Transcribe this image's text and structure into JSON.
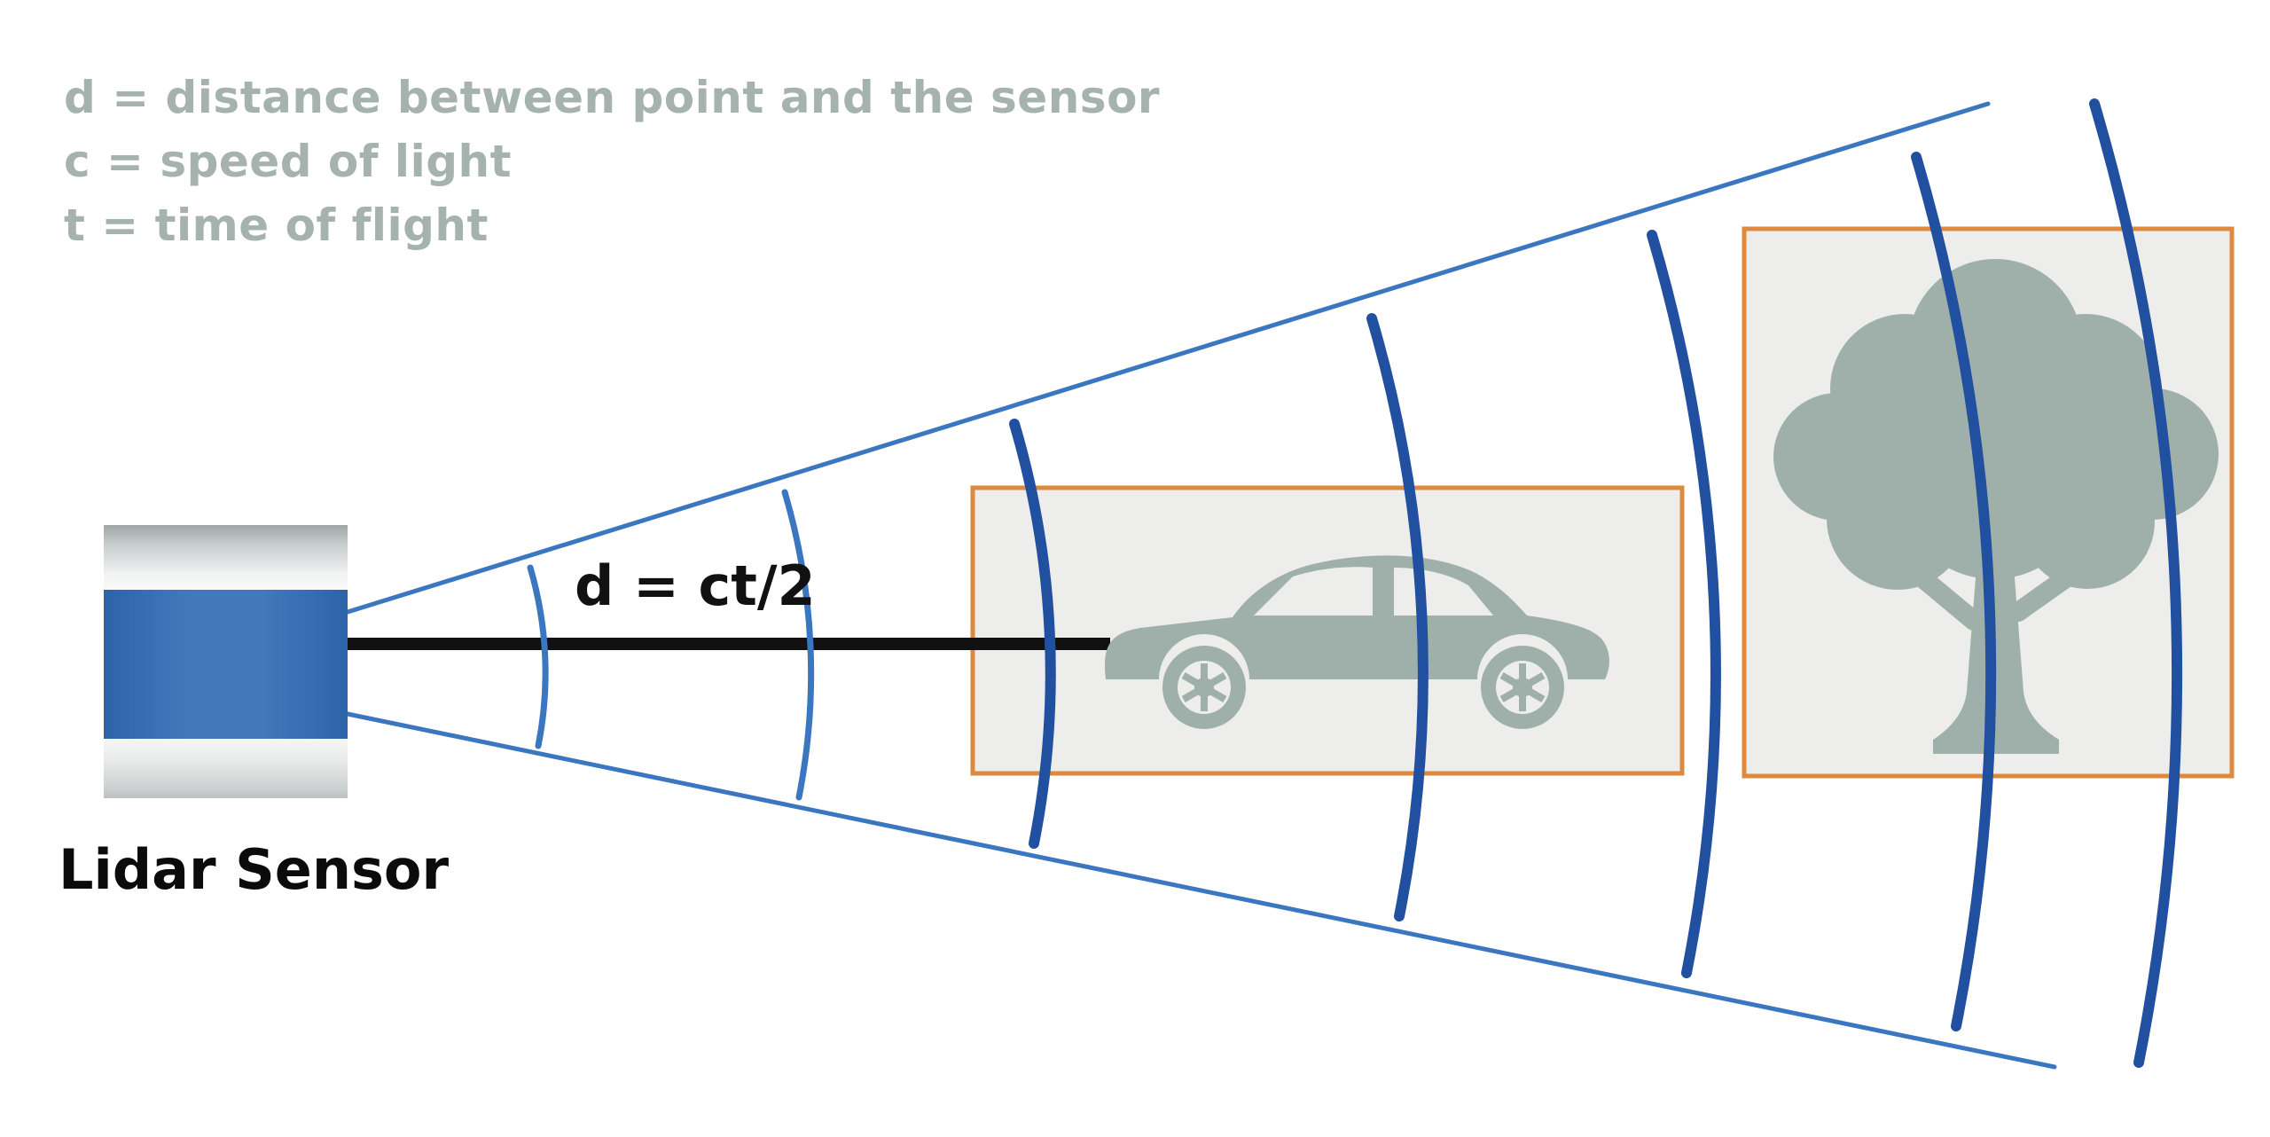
{
  "legend": {
    "line1": "d = distance between point and the sensor",
    "line2": "c = speed of light",
    "line3": "t = time of flight"
  },
  "labels": {
    "formula": "d = ct/2",
    "sensor": "Lidar Sensor"
  },
  "icons": {
    "sensor": "lidar-sensor-cylinder",
    "cone": "field-of-view-cone",
    "waves": "lidar-wavefront-arcs",
    "beam": "measurement-beam-line",
    "car": "car-silhouette",
    "tree": "tree-silhouette"
  },
  "colors": {
    "legend_text": "#a6b2ad",
    "cone_blue": "#3b76c1",
    "wave_dark_blue": "#20509f",
    "silhouette": "#9fb0ab",
    "box_stroke": "#dd8a3f",
    "box_fill": "#ededeb",
    "sensor_blue": "#3a70b5",
    "line_black": "#111111"
  }
}
